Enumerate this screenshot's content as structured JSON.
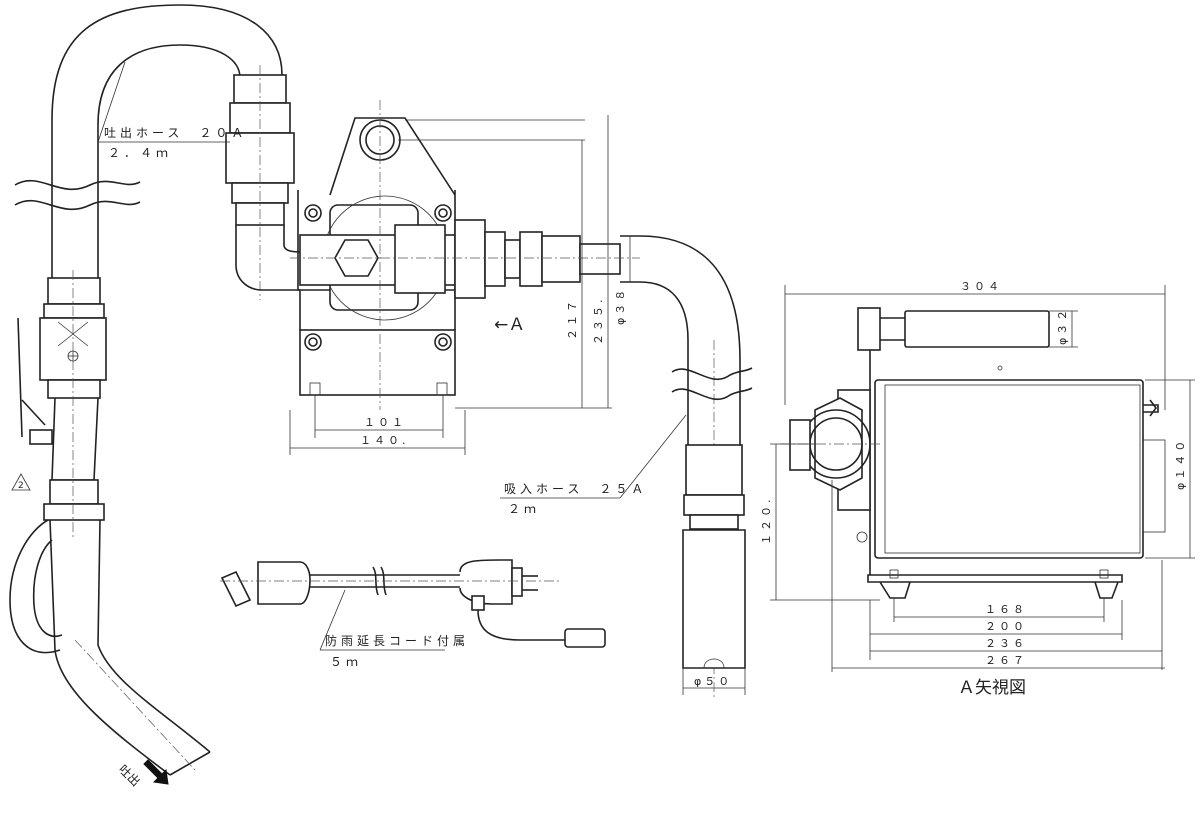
{
  "labels": {
    "discharge_hose": "吐出ホース　２０Ａ",
    "discharge_hose_len": "２．４ｍ",
    "suction_hose": "吸入ホース　２５Ａ",
    "suction_hose_len": "２ｍ",
    "cord": "防雨延長コード付属",
    "cord_len": "５ｍ",
    "arrow_a": "←Ａ",
    "view_a": "Ａ矢視図",
    "revision_mark": "2",
    "outlet": "吐出"
  },
  "dimensions": {
    "d101": "１０１",
    "d140w": "１４０.",
    "d217": "２１７",
    "d235": "２３５.",
    "phi38": "φ３８",
    "phi50": "φ５０",
    "d304": "３０４",
    "phi32": "φ３２",
    "phi140": "φ１４０",
    "d120": "１２０.",
    "d168": "１６８",
    "d200": "２００",
    "d236": "２３６",
    "d267": "２６７"
  }
}
